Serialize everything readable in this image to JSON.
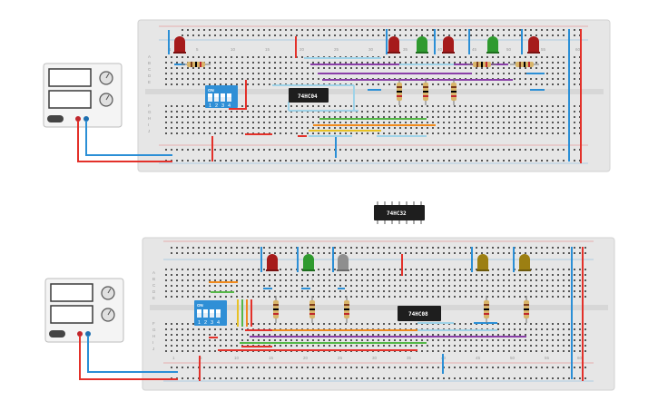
{
  "circuit_top": {
    "ic_label": "74HC04",
    "dip_switch": {
      "on_label": "ON",
      "positions": [
        "1",
        "2",
        "3",
        "4"
      ]
    },
    "column_numbers": [
      "1",
      "5",
      "10",
      "15",
      "20",
      "25",
      "30",
      "35",
      "40",
      "45",
      "50",
      "55",
      "60"
    ],
    "row_letters_upper": [
      "A",
      "B",
      "C",
      "D",
      "E"
    ],
    "row_letters_lower": [
      "F",
      "G",
      "H",
      "I",
      "J"
    ]
  },
  "loose_chip": {
    "label": "74HC32"
  },
  "circuit_bottom": {
    "ic_label": "74HC08",
    "dip_switch": {
      "on_label": "ON",
      "positions": [
        "1",
        "2",
        "3",
        "4"
      ]
    },
    "column_numbers": [
      "1",
      "5",
      "10",
      "15",
      "20",
      "25",
      "30",
      "35",
      "40",
      "45",
      "50",
      "55",
      "60"
    ],
    "row_letters_upper": [
      "A",
      "B",
      "C",
      "D",
      "E"
    ],
    "row_letters_lower": [
      "F",
      "G",
      "H",
      "I",
      "J"
    ]
  },
  "colors": {
    "board": "#e6e6e6",
    "wire_red": "#e3312a",
    "wire_blue": "#2b8fd6",
    "wire_green": "#55b848",
    "wire_orange": "#f08a1c",
    "wire_purple": "#8a3fa8",
    "wire_yellow": "#e8c226",
    "wire_lightblue": "#9fd3e8",
    "led_red": "#a61b1b",
    "led_green": "#2f9a2f",
    "led_gray": "#8e8e8e",
    "led_olive": "#9c7f12",
    "dip_blue": "#2f8fd6",
    "chip": "#1e1e1e"
  }
}
